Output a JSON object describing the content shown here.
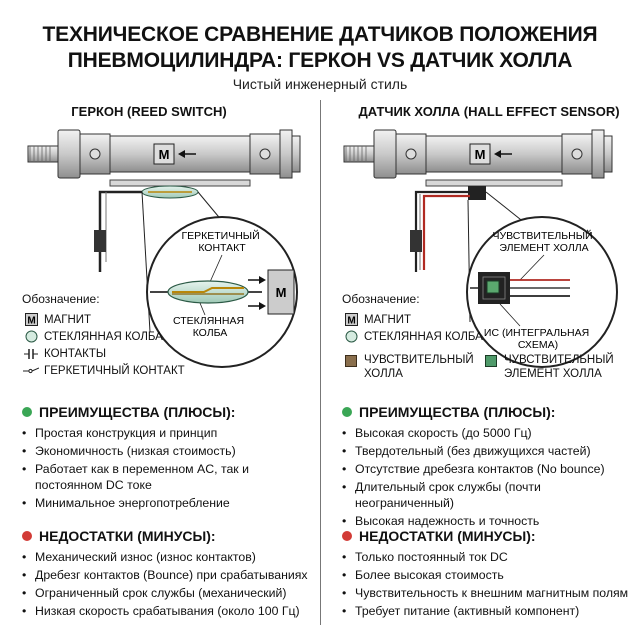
{
  "title": {
    "line1": "ТЕХНИЧЕСКОЕ СРАВНЕНИЕ ДАТЧИКОВ ПОЛОЖЕНИЯ",
    "line2": "ПНЕВМОЦИЛИНДРА: ГЕРКОН VS ДАТЧИК ХОЛЛА"
  },
  "subtitle": "Чистый инженерный стиль",
  "left": {
    "heading": "ГЕРКОН (REED SWITCH)",
    "magnet_letter": "M",
    "callout": {
      "contact_label": "ГЕРКЕТИЧНЫЙ\nКОНТАКТ",
      "bulb_label": "СТЕКЛЯННАЯ\nКОЛБА",
      "magnet_letter": "M"
    },
    "legend": {
      "title": "Обозначение:",
      "items": [
        "МАГНИТ",
        "СТЕКЛЯННАЯ КОЛБА",
        "КОНТАКТЫ",
        "ГЕРКЕТИЧНЫЙ КОНТАКТ"
      ]
    },
    "pros": {
      "heading": "ПРЕИМУЩЕСТВА (ПЛЮСЫ):",
      "items": [
        "Простая конструкция и принцип",
        "Экономичность (низкая стоимость)",
        "Работает как в переменном AC, так и постоянном DC токе",
        "Минимальное энергопотребление"
      ]
    },
    "cons": {
      "heading": "НЕДОСТАТКИ (МИНУСЫ):",
      "items": [
        "Механический износ (износ контактов)",
        "Дребезг контактов (Bounce) при срабатываниях",
        "Ограниченный срок службы (механический)",
        "Низкая скорость срабатывания (около 100 Гц)"
      ]
    }
  },
  "right": {
    "heading": "ДАТЧИК ХОЛЛА (HALL EFFECT SENSOR)",
    "magnet_letter": "M",
    "callout": {
      "element_label": "ЧУВСТВИТЕЛЬНЫЙ\nЭЛЕМЕНТ ХОЛЛА",
      "ic_label": "ИС (ИНТЕГРАЛЬНАЯ\nСХЕМА)"
    },
    "legend": {
      "title": "Обозначение:",
      "items": [
        "МАГНИТ",
        "СТЕКЛЯННАЯ КОЛБА"
      ],
      "items2": [
        "ЧУВСТВИТЕЛЬНЫЙ\nХОЛЛА",
        "ЧУВСТВИТЕЛЬНЫЙ\nЭЛЕМЕНТ ХОЛЛА"
      ]
    },
    "pros": {
      "heading": "ПРЕИМУЩЕСТВА (ПЛЮСЫ):",
      "items": [
        "Высокая скорость (до 5000 Гц)",
        "Твердотельный (без движущихся частей)",
        "Отсутствие дребезга контактов (No bounce)",
        "Длительный срок службы (почти неограниченный)",
        "Высокая надежность и точность"
      ]
    },
    "cons": {
      "heading": "НЕДОСТАТКИ (МИНУСЫ):",
      "items": [
        "Только постоянный ток DC",
        "Более высокая стоимость",
        "Чувствительность к внешним магнитным полям",
        "Требует питание (активный компонент)"
      ]
    }
  },
  "colors": {
    "pros_dot": "#3aa655",
    "cons_dot": "#d23b36",
    "glass": "#cfe6dc",
    "hall_sensor": "#8a6f4d",
    "hall_element": "#4f9a6a"
  }
}
